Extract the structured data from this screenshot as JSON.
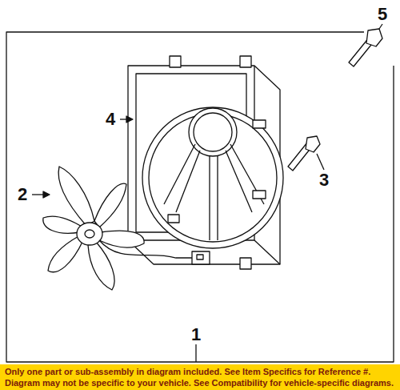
{
  "diagram": {
    "labels": [
      "5",
      "4",
      "3",
      "2",
      "1",
      "Only one part or sub-assembly in diagram included. See Item Specifics for Reference #. Diagram may not be specific to your vehicle. See Compatibility for vehicle-specific diagrams."
    ]
  }
}
